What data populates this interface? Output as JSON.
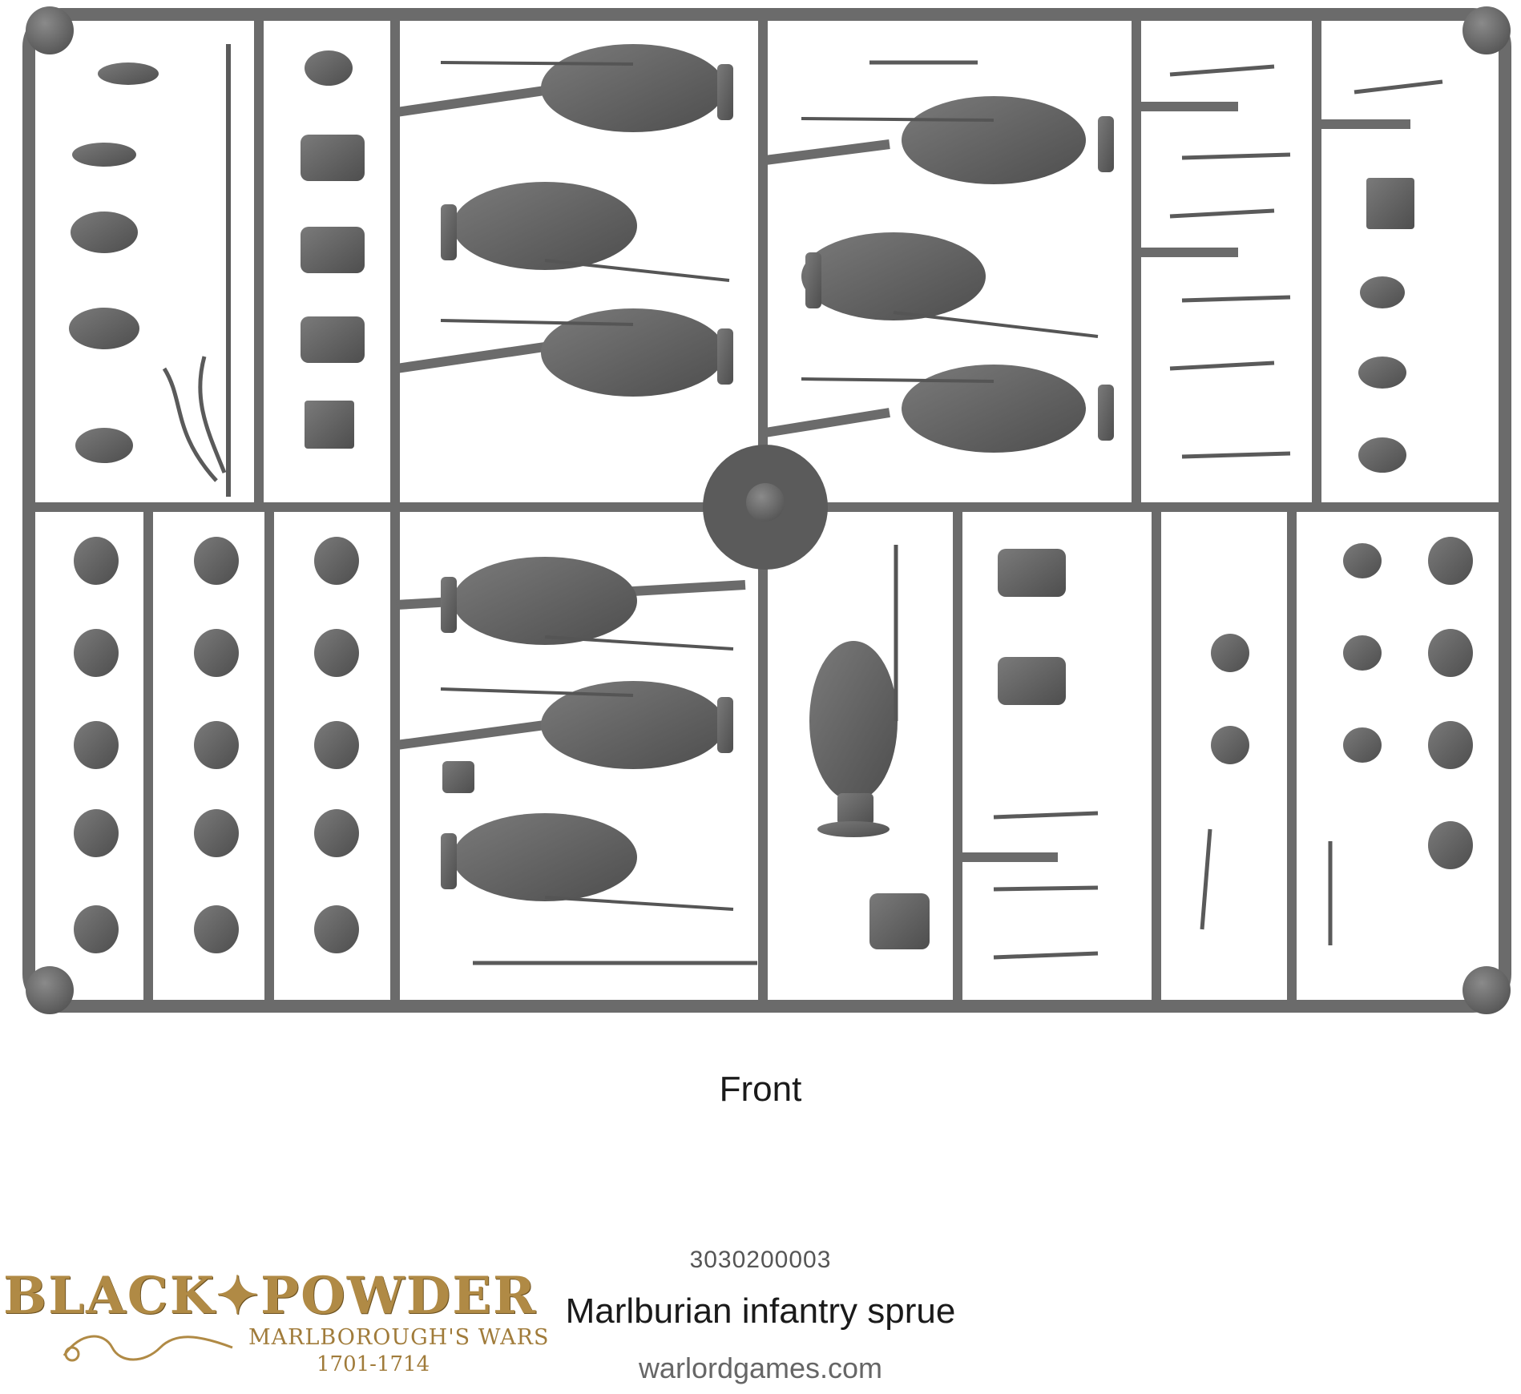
{
  "image": {
    "subject": "sprue-photo",
    "view_label": "Front"
  },
  "product": {
    "code": "3030200003",
    "name": "Marlburian infantry sprue",
    "website": "warlordgames.com"
  },
  "logo": {
    "main": "BLACK✦POWDER",
    "subtitle": "MARLBOROUGH'S WARS",
    "dates": "1701-1714"
  },
  "colors": {
    "plastic": "#6e6e6e",
    "plastic_dark": "#4a4a4a",
    "background": "#ffffff",
    "logo_gold": "#b08a45"
  }
}
